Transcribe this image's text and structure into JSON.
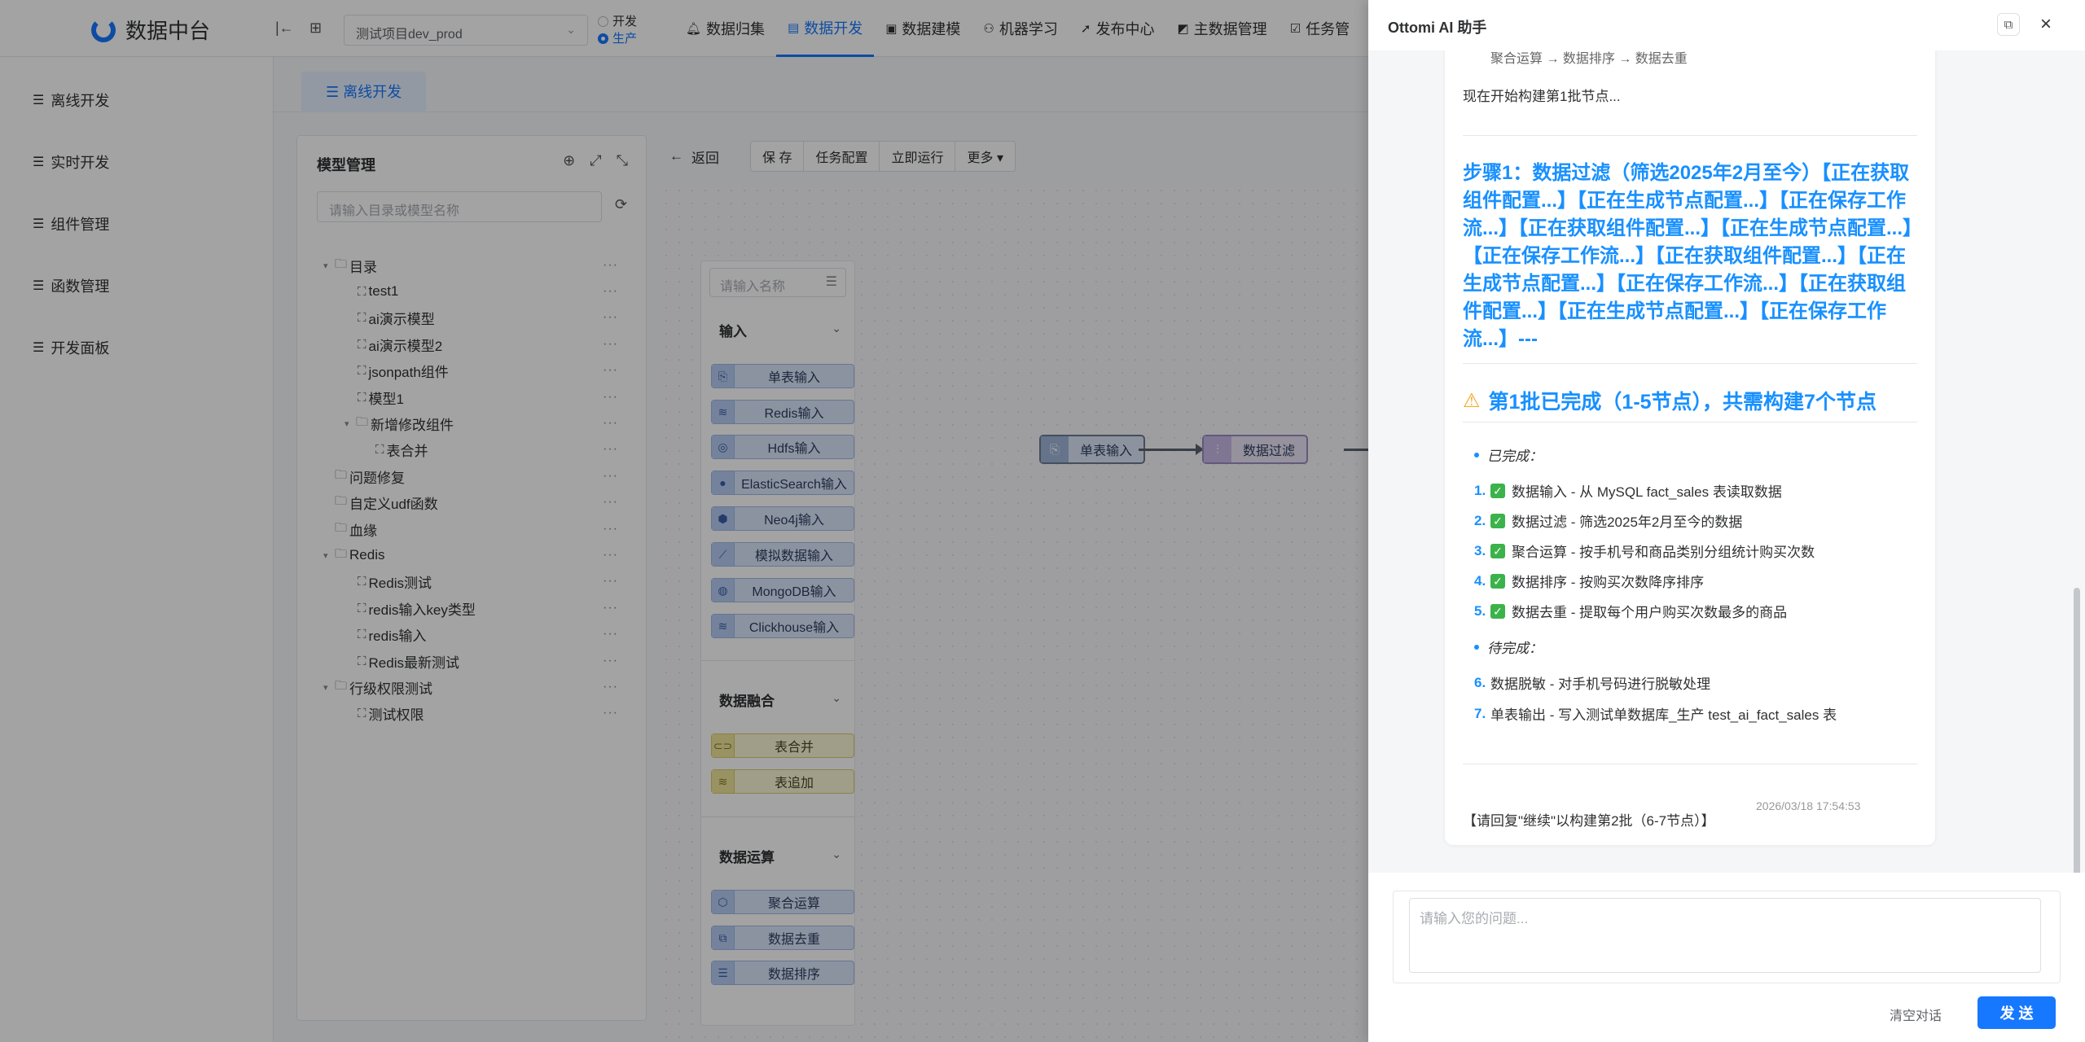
{
  "app": {
    "title": "数据中台",
    "project": "测试项目dev_prod",
    "env_dev": "开发",
    "env_prod": "生产"
  },
  "nav": [
    "数据归集",
    "数据开发",
    "数据建模",
    "机器学习",
    "发布中心",
    "主数据管理",
    "任务管"
  ],
  "sidebar": [
    "离线开发",
    "实时开发",
    "组件管理",
    "函数管理",
    "开发面板"
  ],
  "tab": "离线开发",
  "model_panel": {
    "title": "模型管理",
    "search_placeholder": "请输入目录或模型名称",
    "tree": [
      {
        "label": "目录"
      },
      {
        "label": "test1"
      },
      {
        "label": "ai演示模型"
      },
      {
        "label": "ai演示模型2"
      },
      {
        "label": "jsonpath组件"
      },
      {
        "label": "模型1"
      },
      {
        "label": "新增修改组件"
      },
      {
        "label": "表合并"
      },
      {
        "label": "问题修复"
      },
      {
        "label": "自定义udf函数"
      },
      {
        "label": "血缘"
      },
      {
        "label": "Redis"
      },
      {
        "label": "Redis测试"
      },
      {
        "label": "redis输入key类型"
      },
      {
        "label": "redis输入"
      },
      {
        "label": "Redis最新测试"
      },
      {
        "label": "行级权限测试"
      },
      {
        "label": "测试权限"
      }
    ]
  },
  "editor": {
    "back": "返回",
    "buttons": [
      "保 存",
      "任务配置",
      "立即运行",
      "更多"
    ],
    "palette": {
      "search_placeholder": "请输入名称",
      "sections": [
        "输入",
        "数据融合",
        "数据运算"
      ],
      "input_nodes": [
        "单表输入",
        "Redis输入",
        "Hdfs输入",
        "ElasticSearch输入",
        "Neo4j输入",
        "模拟数据输入",
        "MongoDB输入",
        "Clickhouse输入"
      ],
      "merge_nodes": [
        "表合并",
        "表追加"
      ],
      "compute_nodes": [
        "聚合运算",
        "数据去重",
        "数据排序"
      ]
    },
    "flow_nodes": [
      "单表输入",
      "数据过滤"
    ]
  },
  "assistant": {
    "title": "Ottomi AI 助手",
    "cut_line": "聚合运算 → 数据排序 → 数据去重",
    "intro": "现在开始构建第1批节点...",
    "step": "步骤1：数据过滤（筛选2025年2月至今）【正在获取组件配置...】【正在生成节点配置...】【正在保存工作流...】【正在获取组件配置...】【正在生成节点配置...】【正在保存工作流...】【正在获取组件配置...】【正在生成节点配置...】【正在保存工作流...】【正在获取组件配置...】【正在生成节点配置...】【正在保存工作流...】---",
    "batch_title": "第1批已完成（1-5节点），共需构建7个节点",
    "done_label": "已完成",
    "done_items": [
      "数据输入 - 从 MySQL fact_sales 表读取数据",
      "数据过滤 - 筛选2025年2月至今的数据",
      "聚合运算 - 按手机号和商品类别分组统计购买次数",
      "数据排序 - 按购买次数降序排序",
      "数据去重 - 提取每个用户购买次数最多的商品"
    ],
    "pending_label": "待完成",
    "pending_items": [
      "数据脱敏 - 对手机号码进行脱敏处理",
      "单表输出 - 写入测试单数据库_生产 test_ai_fact_sales 表"
    ],
    "reply_hint": "【请回复\"继续\"以构建第2批（6-7节点）】",
    "timestamp": "2026/03/18 17:54:53",
    "input_placeholder": "请输入您的问题...",
    "clear": "清空对话",
    "send": "发 送"
  }
}
